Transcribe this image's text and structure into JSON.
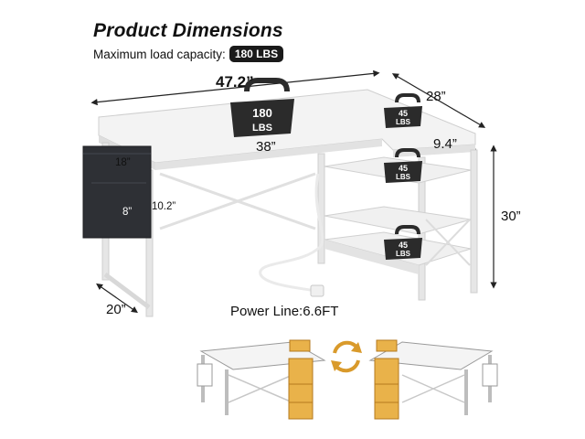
{
  "header": {
    "title": "Product Dimensions",
    "capacity_label": "Maximum load capacity:",
    "capacity_value": "180 LBS"
  },
  "dimensions": {
    "total_width": "47.2”",
    "depth_right": "28”",
    "inner_width": "38”",
    "shelf_width": "9.4”",
    "height": "30”",
    "depth_left": "20”",
    "bag_top": "18”",
    "bag_height": "8”",
    "bag_drop": "10.2”"
  },
  "weights": {
    "desk": "180 LBS",
    "desk_top_line": "180",
    "desk_bottom_line": "LBS",
    "shelf_top_line": "45",
    "shelf_bottom_line": "LBS"
  },
  "power_line": "Power Line:6.6FT",
  "colors": {
    "desk_white": "#f3f3f3",
    "frame": "#e6e6e6",
    "weight_dark": "#2b2b2b",
    "bag": "#2e3035",
    "wood_accent": "#e9b24a",
    "swap_arrow": "#d99a2b"
  }
}
